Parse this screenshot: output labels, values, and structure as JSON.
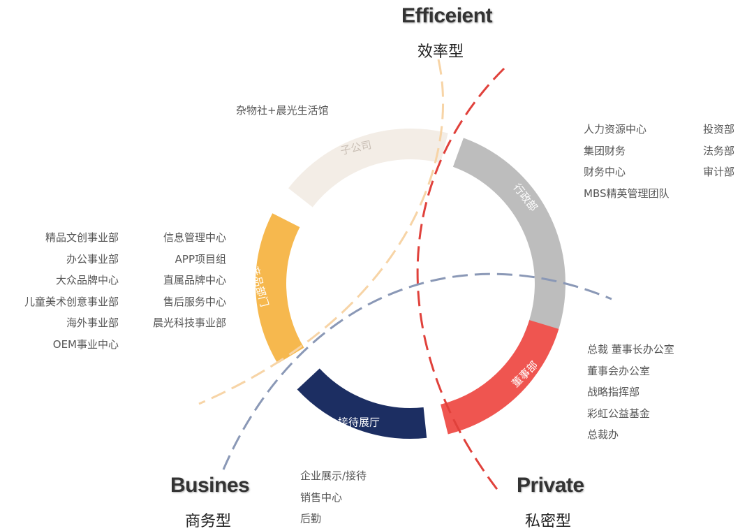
{
  "colors": {
    "subsidiary": "#F3EDE6",
    "admin": "#BDBDBD",
    "board": "#EF5550",
    "reception": "#1C2E62",
    "product": "#F6B84E",
    "efficient_curve": "#F7D4A6",
    "private_curve": "#E0413B",
    "business_curve": "#8A98B6"
  },
  "quadrants": {
    "efficient": {
      "en": "Efficeient",
      "cn": "效率型"
    },
    "business": {
      "en": "Busines",
      "cn": "商务型"
    },
    "private": {
      "en": "Private",
      "cn": "私密型"
    }
  },
  "segments": {
    "subsidiary": "子公司",
    "admin": "行政部",
    "board": "董事部",
    "reception": "接待展厅",
    "product": "产品部门"
  },
  "subsidiary_list": [
    "杂物社+晨光生活馆"
  ],
  "admin_list_left": [
    "人力资源中心",
    "集团财务",
    "财务中心",
    "MBS精英管理团队"
  ],
  "admin_list_right": [
    "投资部",
    "法务部",
    "审计部"
  ],
  "product_list_left": [
    "精品文创事业部",
    "办公事业部",
    "大众品牌中心",
    "儿童美术创意事业部",
    "海外事业部",
    "OEM事业中心"
  ],
  "product_list_right": [
    "信息管理中心",
    "APP项目组",
    "直属品牌中心",
    "售后服务中心",
    "晨光科技事业部"
  ],
  "board_list": [
    "总裁 董事长办公室",
    "董事会办公室",
    "战略指挥部",
    "彩虹公益基金",
    "总裁办"
  ],
  "reception_list": [
    "企业展示/接待",
    "销售中心",
    "后勤"
  ]
}
